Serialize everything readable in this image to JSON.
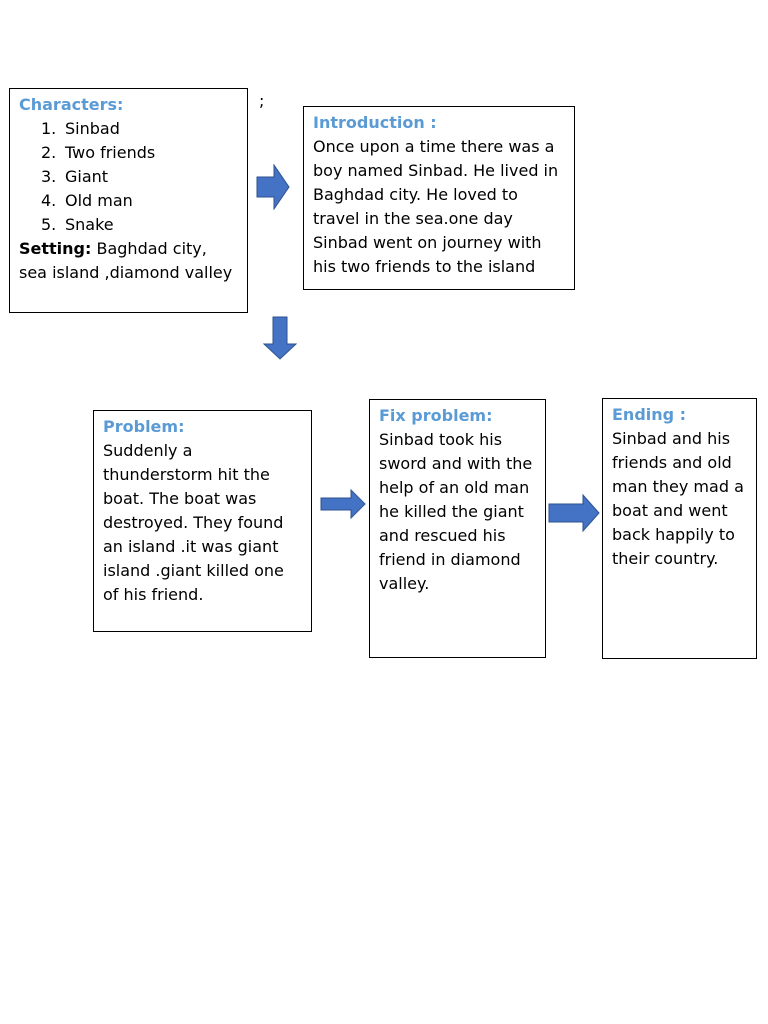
{
  "stray_mark": ";",
  "characters_box": {
    "heading": "Characters:",
    "items": [
      {
        "num": "1.",
        "label": "Sinbad"
      },
      {
        "num": "2.",
        "label": "Two friends"
      },
      {
        "num": "3.",
        "label": "Giant"
      },
      {
        "num": "4.",
        "label": "Old man"
      },
      {
        "num": "5.",
        "label": "Snake"
      }
    ],
    "setting_label": "Setting:",
    "setting_text": " Baghdad city, sea island ,diamond valley"
  },
  "introduction_box": {
    "heading": "Introduction :",
    "text": "Once upon a time there was a boy named Sinbad. He lived in Baghdad city. He loved to travel in the sea.one day Sinbad went on journey with his two friends to the island"
  },
  "problem_box": {
    "heading": "Problem:",
    "text": "Suddenly a thunderstorm hit the boat. The boat was destroyed. They found an island .it was giant island .giant killed one of his friend."
  },
  "fix_problem_box": {
    "heading": "Fix problem:",
    "text": "Sinbad took his sword and with the help of an old man he killed the giant and rescued his friend in diamond valley."
  },
  "ending_box": {
    "heading": "Ending :",
    "text": "Sinbad and his friends and old man they mad a boat and went back happily to their country."
  },
  "colors": {
    "heading": "#5b9bd5",
    "arrow_fill": "#4472c4",
    "arrow_stroke": "#2f528f",
    "border": "#000000"
  }
}
